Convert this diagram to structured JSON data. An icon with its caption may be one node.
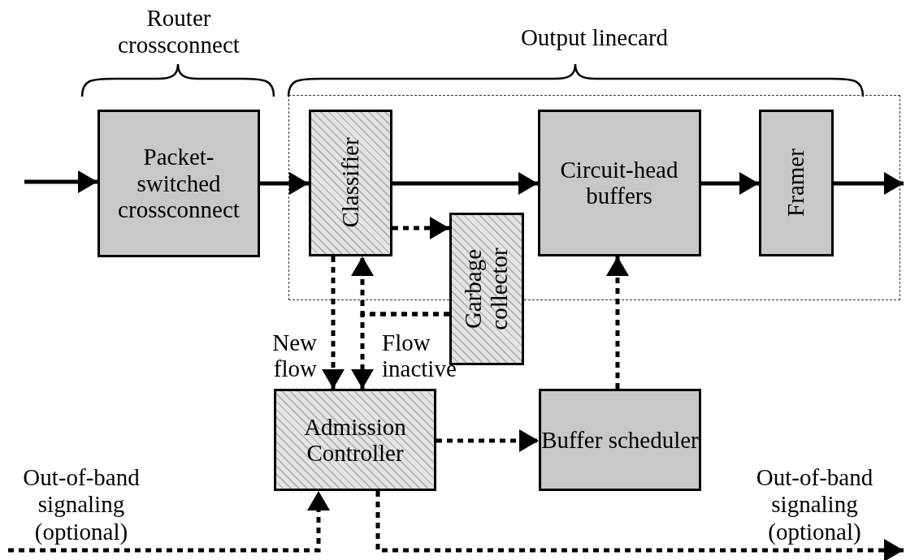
{
  "diagram": {
    "nodes": [
      {
        "text": [
          "Output linecard"
        ]
      },
      {
        "text": [
          "Packet- switched crossconnect"
        ]
      },
      {
        "text": [
          "Classifier"
        ],
        "in": 0
      },
      {
        "text": [
          "Circuit-head buffers"
        ],
        "in": 0
      },
      {
        "text": [
          "Framer"
        ],
        "in": 0
      },
      {
        "text": [
          "Garbage collector"
        ]
      },
      {
        "text": [
          "Admission Controller"
        ]
      },
      {
        "text": [
          "Buffer scheduler"
        ]
      }
    ],
    "edges": [
      {
        "from": null,
        "to": 1,
        "arrow": "to"
      },
      {
        "from": 1,
        "to": 2,
        "arrow": "to"
      },
      {
        "from": 2,
        "to": 3,
        "arrow": "to"
      },
      {
        "from": 3,
        "to": 4,
        "arrow": "to"
      },
      {
        "from": 4,
        "to": null,
        "arrow": "to"
      },
      {
        "from": 2,
        "to": 5,
        "arrow": "to",
        "style": "dashed"
      },
      {
        "from": 2,
        "to": 6,
        "arrow": "to",
        "style": "dashed",
        "label": "New flow"
      },
      {
        "from": 5,
        "to": 2,
        "arrow": "to",
        "style": "dashed"
      },
      {
        "from": 5,
        "to": 6,
        "arrow": "to",
        "style": "dashed",
        "label": "Flow inactive"
      },
      {
        "from": 6,
        "to": 7,
        "arrow": "to",
        "style": "dashed"
      },
      {
        "from": 7,
        "to": 3,
        "arrow": "to",
        "style": "dashed"
      },
      {
        "from": null,
        "to": 6,
        "arrow": "to",
        "style": "dashed"
      },
      {
        "from": 6,
        "to": null,
        "arrow": "to",
        "style": "dashed"
      }
    ],
    "labels": [
      "Router crossconnect",
      "Out-of-band signaling (optional)",
      "Out-of-band signaling (optional)"
    ]
  }
}
